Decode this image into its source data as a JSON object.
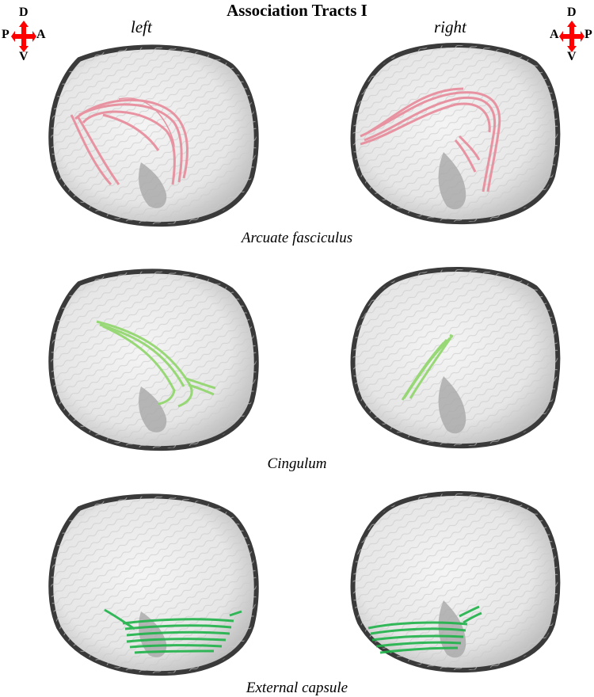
{
  "title": "Association Tracts I",
  "sides": {
    "left": "left",
    "right": "right"
  },
  "orientation_left": {
    "top": "D",
    "bottom": "V",
    "left": "P",
    "right": "A",
    "color": "#ff0000"
  },
  "orientation_right": {
    "top": "D",
    "bottom": "V",
    "left": "A",
    "right": "P",
    "color": "#ff0000"
  },
  "rows": [
    {
      "caption": "Arcuate fasciculus",
      "tract_color": "#e88a9a"
    },
    {
      "caption": "Cingulum",
      "tract_color": "#8fd66a"
    },
    {
      "caption": "External capsule",
      "tract_color": "#1fb34a"
    }
  ]
}
